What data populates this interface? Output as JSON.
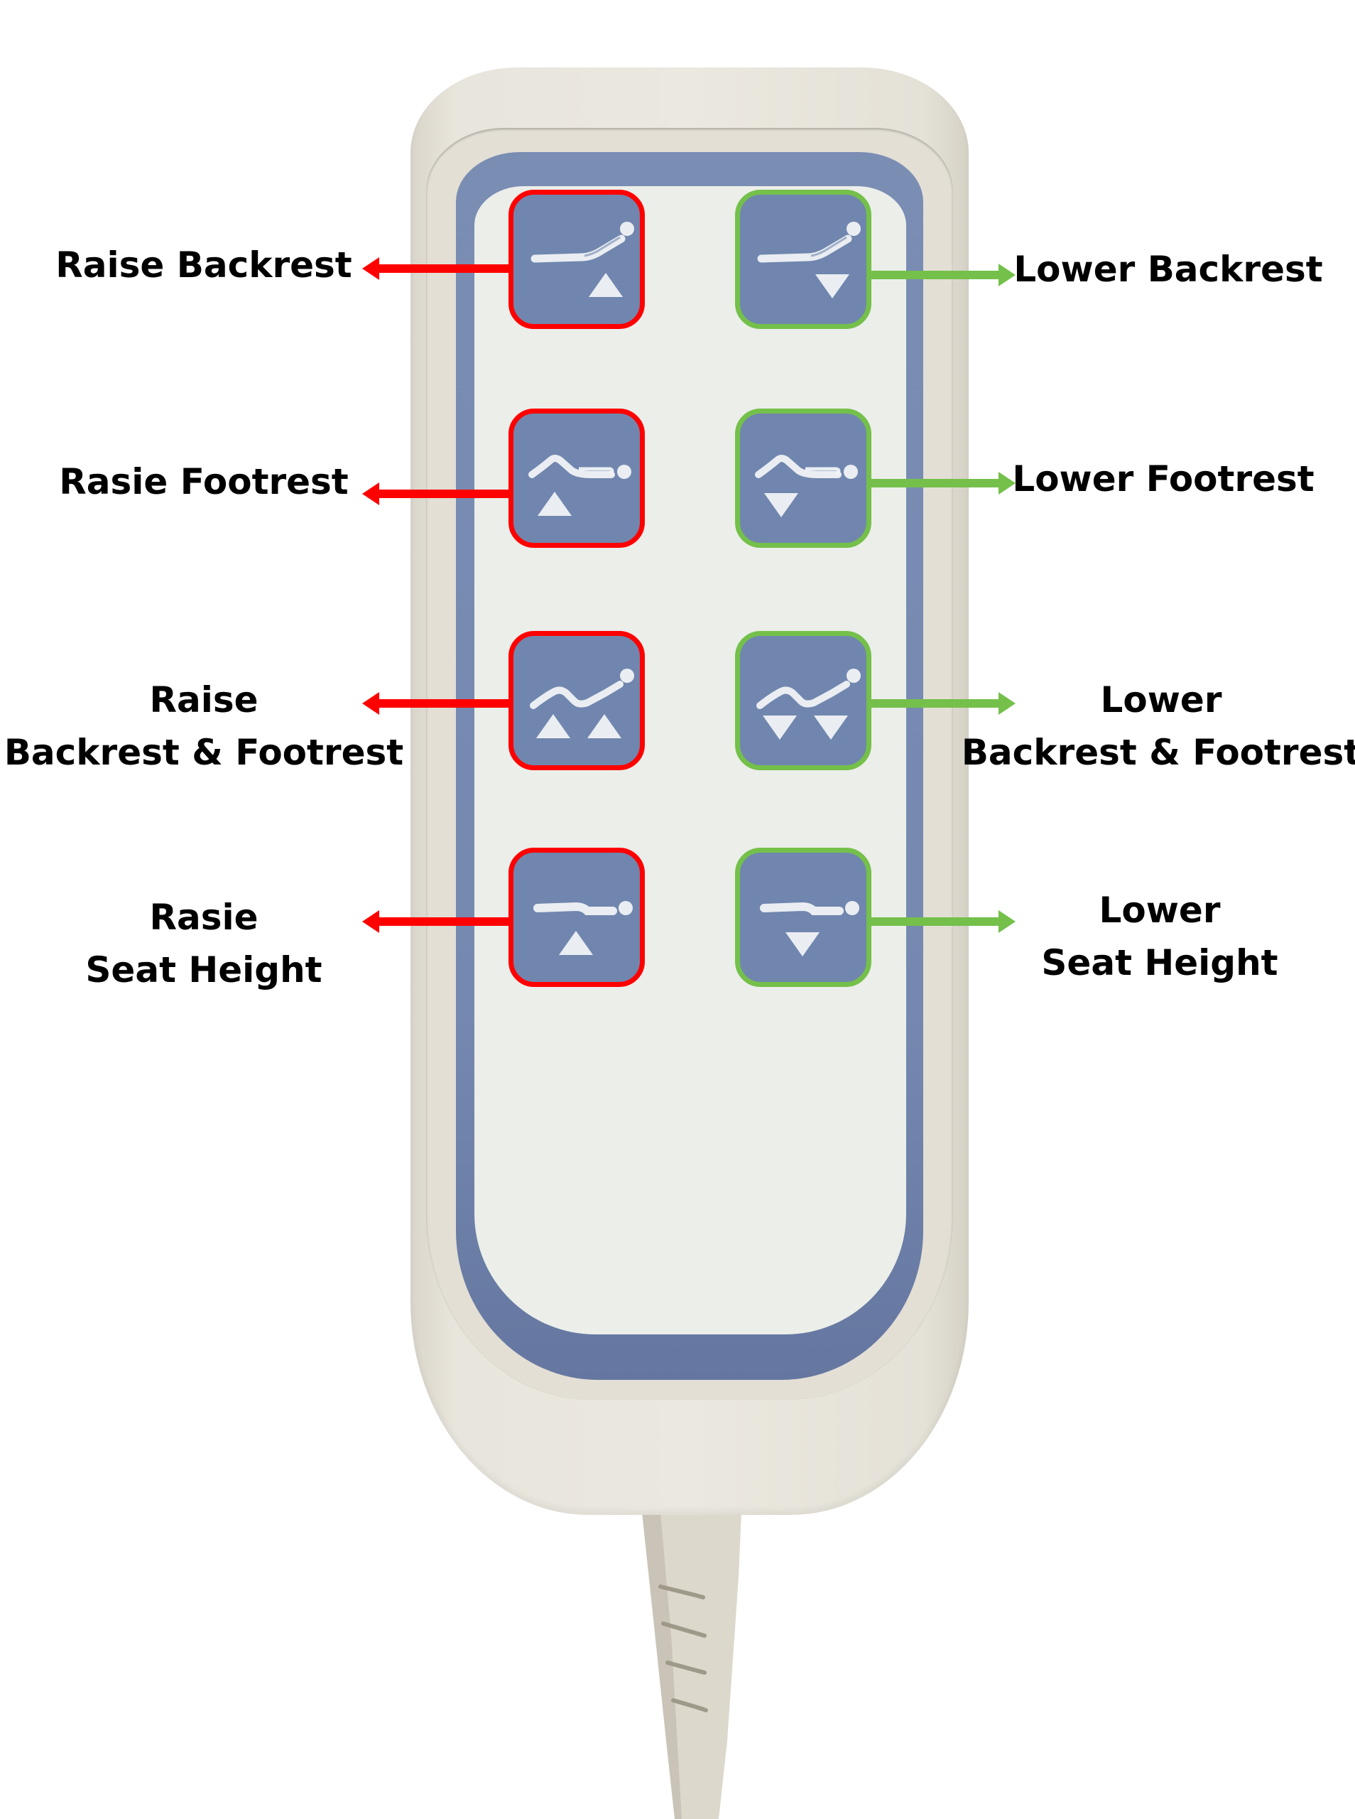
{
  "diagram": {
    "subject": "Hand remote control",
    "colors": {
      "raise_accent": "#ff0000",
      "lower_accent": "#74c04a",
      "button_fill": "#7086ae",
      "panel_band": "#7589b0",
      "panel_face": "#eceeea",
      "shell": "#e8e5dc"
    },
    "buttons": [
      {
        "id": "raise-backrest",
        "side": "left",
        "row": 1,
        "direction": "up",
        "icon": "recline-backrest-icon",
        "triangles": 1,
        "label_lines": [
          "Raise Backrest"
        ]
      },
      {
        "id": "lower-backrest",
        "side": "right",
        "row": 1,
        "direction": "down",
        "icon": "recline-backrest-icon",
        "triangles": 1,
        "label_lines": [
          "Lower Backrest"
        ]
      },
      {
        "id": "raise-footrest",
        "side": "left",
        "row": 2,
        "direction": "up",
        "icon": "footrest-icon",
        "triangles": 1,
        "label_lines": [
          "Rasie Footrest"
        ]
      },
      {
        "id": "lower-footrest",
        "side": "right",
        "row": 2,
        "direction": "down",
        "icon": "footrest-icon",
        "triangles": 1,
        "label_lines": [
          "Lower Footrest"
        ]
      },
      {
        "id": "raise-backrest-footrest",
        "side": "left",
        "row": 3,
        "direction": "up",
        "icon": "backrest-footrest-icon",
        "triangles": 2,
        "label_lines": [
          "Raise",
          "Backrest & Footrest"
        ]
      },
      {
        "id": "lower-backrest-footrest",
        "side": "right",
        "row": 3,
        "direction": "down",
        "icon": "backrest-footrest-icon",
        "triangles": 2,
        "label_lines": [
          "Lower",
          "Backrest & Footrest"
        ]
      },
      {
        "id": "raise-seat-height",
        "side": "left",
        "row": 4,
        "direction": "up",
        "icon": "flat-seat-icon",
        "triangles": 1,
        "label_lines": [
          "Rasie",
          "Seat Height"
        ]
      },
      {
        "id": "lower-seat-height",
        "side": "right",
        "row": 4,
        "direction": "down",
        "icon": "flat-seat-icon",
        "triangles": 1,
        "label_lines": [
          "Lower",
          "Seat Height"
        ]
      }
    ]
  }
}
